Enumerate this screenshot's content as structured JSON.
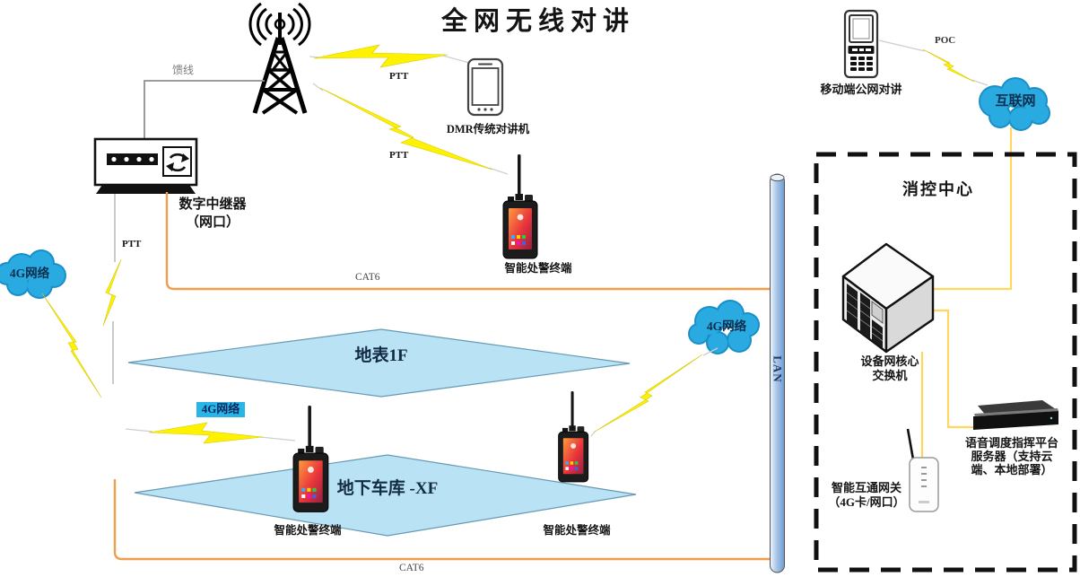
{
  "colors": {
    "cloud_blue": "#29abe2",
    "cloud_edge": "#1a8fc7",
    "floor_fill": "#b9e2f4",
    "floor_edge": "#6699b3",
    "cat6_orange": "#f09d4e",
    "net_yellow": "#ffd75e",
    "lightning_yellow": "#fff200",
    "tag_4g_bg": "#2ab5e8"
  },
  "title": "全网无线对讲",
  "tower": {
    "feeder_label": "馈线"
  },
  "repeater": {
    "name_line1": "数字中继器",
    "name_line2": "（网口）"
  },
  "links": {
    "ptt": "PTT",
    "poc": "POC",
    "cat6": "CAT6",
    "lan": "LAN"
  },
  "clouds": {
    "internet": "互联网",
    "network_4g": "4G网络"
  },
  "devices": {
    "dmr_radio": "DMR传统对讲机",
    "smart_terminal": "智能处警终端",
    "mobile_poc": "移动端公网对讲"
  },
  "floors": {
    "surface": "地表1F",
    "underground": "地下车库 -XF"
  },
  "control_center": {
    "title": "消控中心",
    "switch_line1": "设备网核心",
    "switch_line2": "交换机",
    "server": "语音调度指挥平台服务器（支持云端、本地部署）",
    "gateway_line1": "智能互通网关",
    "gateway_line2": "（4G卡/网口）"
  }
}
